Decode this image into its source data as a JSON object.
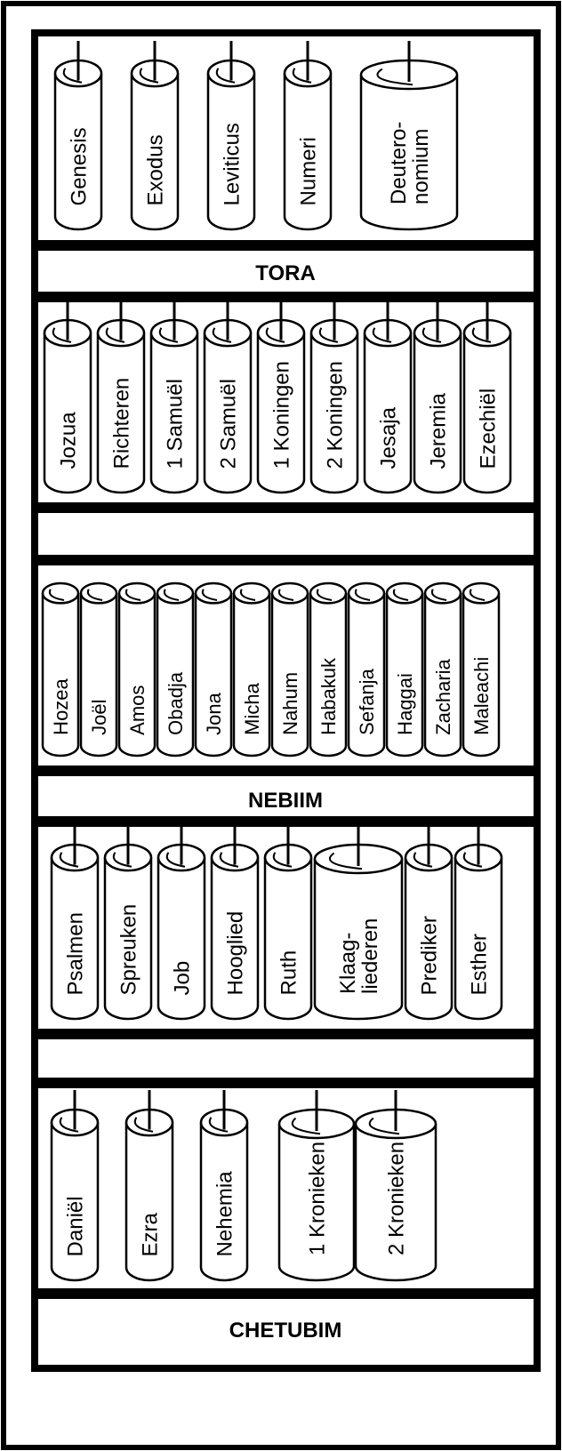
{
  "shelves": [
    {
      "label": "TORA",
      "scrolls": [
        {
          "lines": [
            "Genesis"
          ],
          "size": "medium",
          "stick": true
        },
        {
          "lines": [
            "Exodus"
          ],
          "size": "medium",
          "stick": true
        },
        {
          "lines": [
            "Leviticus"
          ],
          "size": "medium",
          "stick": true
        },
        {
          "lines": [
            "Numeri"
          ],
          "size": "medium",
          "stick": true
        },
        {
          "lines": [
            "Deutero-",
            "nomium"
          ],
          "size": "large",
          "stick": true
        }
      ]
    },
    {
      "label": "",
      "scrolls": [
        {
          "lines": [
            "Jozua"
          ],
          "size": "medium",
          "stick": true
        },
        {
          "lines": [
            "Richteren"
          ],
          "size": "medium",
          "stick": true
        },
        {
          "lines": [
            "1 Samuël"
          ],
          "size": "medium",
          "stick": true
        },
        {
          "lines": [
            "2 Samuël"
          ],
          "size": "medium",
          "stick": true
        },
        {
          "lines": [
            "1 Koningen"
          ],
          "size": "medium",
          "stick": true
        },
        {
          "lines": [
            "2 Koningen"
          ],
          "size": "medium",
          "stick": true
        },
        {
          "lines": [
            "Jesaja"
          ],
          "size": "medium",
          "stick": true
        },
        {
          "lines": [
            "Jeremia"
          ],
          "size": "medium",
          "stick": true
        },
        {
          "lines": [
            "Ezechiël"
          ],
          "size": "medium",
          "stick": true
        }
      ]
    },
    {
      "label": "NEBIIM",
      "scrolls": [
        {
          "lines": [
            "Hozea"
          ],
          "size": "small",
          "stick": false
        },
        {
          "lines": [
            "Joël"
          ],
          "size": "small",
          "stick": false
        },
        {
          "lines": [
            "Amos"
          ],
          "size": "small",
          "stick": false
        },
        {
          "lines": [
            "Obadja"
          ],
          "size": "small",
          "stick": false
        },
        {
          "lines": [
            "Jona"
          ],
          "size": "small",
          "stick": false
        },
        {
          "lines": [
            "Micha"
          ],
          "size": "small",
          "stick": false
        },
        {
          "lines": [
            "Nahum"
          ],
          "size": "small",
          "stick": false
        },
        {
          "lines": [
            "Habakuk"
          ],
          "size": "small",
          "stick": false
        },
        {
          "lines": [
            "Sefanja"
          ],
          "size": "small",
          "stick": false
        },
        {
          "lines": [
            "Haggai"
          ],
          "size": "small",
          "stick": false
        },
        {
          "lines": [
            "Zacharia"
          ],
          "size": "small",
          "stick": false
        },
        {
          "lines": [
            "Maleachi"
          ],
          "size": "small",
          "stick": false
        }
      ]
    },
    {
      "label": "",
      "scrolls": [
        {
          "lines": [
            "Psalmen"
          ],
          "size": "medium",
          "stick": true
        },
        {
          "lines": [
            "Spreuken"
          ],
          "size": "medium",
          "stick": true
        },
        {
          "lines": [
            "Job"
          ],
          "size": "medium",
          "stick": true
        },
        {
          "lines": [
            "Hooglied"
          ],
          "size": "medium",
          "stick": true
        },
        {
          "lines": [
            "Ruth"
          ],
          "size": "medium",
          "stick": true
        },
        {
          "lines": [
            "Klaag-",
            "liederen"
          ],
          "size": "large",
          "stick": true
        },
        {
          "lines": [
            "Prediker"
          ],
          "size": "medium",
          "stick": true
        },
        {
          "lines": [
            "Esther"
          ],
          "size": "medium",
          "stick": true
        }
      ]
    },
    {
      "label": "CHETUBIM",
      "scrolls": [
        {
          "lines": [
            "Daniël"
          ],
          "size": "medium",
          "stick": true
        },
        {
          "lines": [
            "Ezra"
          ],
          "size": "medium",
          "stick": true
        },
        {
          "lines": [
            "Nehemia"
          ],
          "size": "medium",
          "stick": true
        },
        {
          "lines": [
            "1 Kronieken"
          ],
          "size": "large",
          "stick": true
        },
        {
          "lines": [
            "2 Kronieken"
          ],
          "size": "large",
          "stick": true
        }
      ]
    }
  ]
}
